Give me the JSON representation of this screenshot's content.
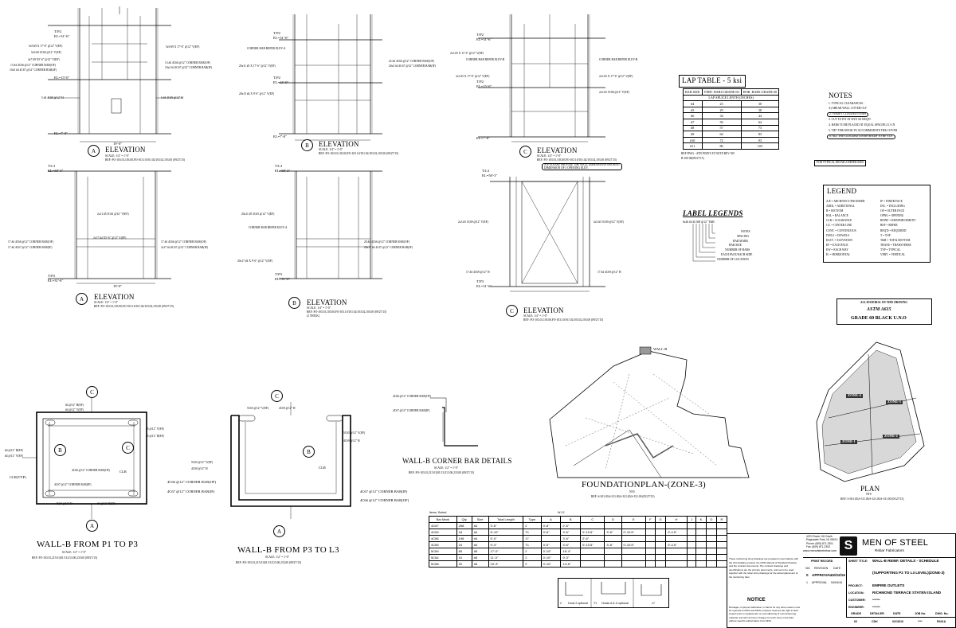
{
  "elev_a1": {
    "tp": "T/P2",
    "el": "EL=31'-6\"",
    "bars": [
      "5x9 #9 X 17'-6\" @12\" V(EF)",
      "5x9 #9 4C69 @12\" V(EF)",
      "4x7 #9 X5'-6\" @12\" V(EF)",
      "13 #4 4C66 @12\" CORNER BAR(OF)",
      "10x3 #4 4C67 @12\" CORNER BAR(IF)",
      "5 #4 4C69 @12\" H",
      "5 #4 4C69 @12\" H"
    ],
    "right_bars": [
      "5x9 #9 X 17'-6\" @12\" V(EF)",
      "13 #4 4C66 @12\" CORNER BAR(OF)",
      "10x3 #4 4C67 @12\" CORNER BAR(IF)"
    ],
    "el_mid": "EL=15'-0\"",
    "el_bot": "EL=7'-0\"",
    "dim": "19'-0\"",
    "marker": "A",
    "title": "ELEVATION",
    "scale": "SCALE: 1/4\" = 1'-0\"",
    "ref": "REF: FO-103.01,103.00,FO-103.10/101.02/103.02,103.00 (09/27/15)"
  },
  "elev_b1": {
    "tp": "T/P2",
    "el": "EL=31'-6\"",
    "corner_ref": "CORNER BAR REFER ELEV-A",
    "bars": [
      "20x11 #5 X 17'-6\" @12\" V(EF)",
      "20x15 #4 X 9'-6\" @12\" V(EF)"
    ],
    "right_bars": [
      "22 #4 4C66 @12\" CORNER BAR(OF)",
      "20x3 #4 4C67 @12\" CORNER BAR(IF)"
    ],
    "tp_mid": "T/P2",
    "el_mid": "EL=15'-0\"",
    "el_bot": "EL=7'-0\"",
    "marker": "B",
    "title": "ELEVATION",
    "scale": "SCALE: 1/4\" = 1'-0\"",
    "ref": "REF: FO-103.01,103.00,FO-103.10/101.02/103.02,103.00 (09/27/15)"
  },
  "elev_c1": {
    "tp": "T/P2",
    "el": "EL=31'-6\"",
    "bars": [
      "2x3 #5 X 11'-6\" @12\" V(EF)",
      "2x3 #5 X 17'-6\" @12\" V(EF)"
    ],
    "corner_ref_left": "CORNER BAR REFER ELEV-B",
    "corner_ref_right": "CORNER BAR REFER ELEV-B",
    "right_bars": [
      "2x3 #5 X 17'-6\" @12\" V(EF)",
      "2x3 #5 5C68 @12\" V(EF)"
    ],
    "tp_mid": "T/P2",
    "el_mid": "EL=15'-0\"",
    "el_bot": "EL=7'-0\"",
    "marker": "C",
    "title": "ELEVATION",
    "scale": "SCALE: 1/4\" = 1'-0\"",
    "ref": "REF: FO-103.01,103.00,FO-103.10/101.02/103.02,103.00 (09/27/15)"
  },
  "elev_a2": {
    "tp": "T/L3",
    "el": "EL=58'-3\"",
    "bars": [
      "2x11 #5 5C65 @12\" V(EF)",
      "2x17 #4 X5'-6\" @12\" V(EF)"
    ],
    "left_bars": [
      "17 #4 4C66 @12\" CORNER BAR(OF)",
      "17 #4 4C67 @12\" CORNER BAR(IF)"
    ],
    "right_bars": [
      "17 #4 4C66 @12\" CORNER BAR(OF)",
      "2x17 #4 4C67 @12\" CORNER BAR(IF)"
    ],
    "tp_bot": "T/P3",
    "el_bot": "EL=31'-6\"",
    "dim": "19'-0\"",
    "marker": "A",
    "title": "ELEVATION",
    "scale": "SCALE: 1/4\" = 1'-0\"",
    "ref": "REF: FO-103.01,103.00,FO-103.10/101.02/103.02,103.00 (09/27/15)"
  },
  "elev_b2": {
    "tp": "T/L3",
    "el": "EL=58'-3\"",
    "corner_ref": "CORNER BAR REFER ELEV-A",
    "bars": [
      "20x11 #5 5C65 @12\" V(EF)",
      "20x17 #4 X 9'-6\" @12\" V(EF)"
    ],
    "right_bars": [
      "20 #4 4C66 @12\" CORNER BAR(OF)",
      "20x17 #4 4C67 @12\" CORNER BAR(IF)"
    ],
    "tp_bot": "T/P3",
    "el_bot": "EL=31'-6\"",
    "marker": "B",
    "title": "ELEVATION",
    "scale": "SCALE: 1/4\" = 1'-0\"",
    "ref": "REF: FO-103.01,103.00,FO-103.10/101.02/103.02,103.00 (09/27/15)",
    "note": "(2 THICK)"
  },
  "elev_c2": {
    "tp": "T/L3",
    "el": "EL=58'-3\"",
    "cloud_note": "A/E PLEASE PROVIDE THE WALL DIMENSIONS OPENING DIMENSION OF 3 OPENING ELEV.",
    "bars": [
      "2x3 #5 5C69 @12\" V(EF)",
      "17 #4 4C69 @12\" H"
    ],
    "right_bars": [
      "2x3 #5 5C69 @12\" V(EF)",
      "17 #4 4C69 @12\" H"
    ],
    "tp_bot": "T/P3",
    "el_bot": "EL=31'-6\"",
    "marker": "C",
    "title": "ELEVATION",
    "scale": "SCALE: 1/4\" = 1'-0\"",
    "ref": "REF: FO-103.01,103.00,FO-103.10/101.02/103.02,103.00 (09/27/15)"
  },
  "lap_table": {
    "title": "LAP TABLE - 5 ksi",
    "headers": [
      "BAR SIZE",
      "VERT. BARS GRADE 60",
      "HOR. BARS GRADE 60"
    ],
    "subheader": "LAP SPLICE LENTH (INCHES)",
    "rows": [
      [
        "#4",
        "23",
        "30"
      ],
      [
        "#5",
        "29",
        "38"
      ],
      [
        "#6",
        "34",
        "44"
      ],
      [
        "#7",
        "50",
        "64"
      ],
      [
        "#8",
        "57",
        "73"
      ],
      [
        "#9",
        "64",
        "83"
      ],
      [
        "#10",
        "72",
        "93"
      ],
      [
        "#11",
        "80",
        "103"
      ]
    ],
    "ref": "REF DWG - ATN POINT AT NOTE REV ON",
    "ref2": "B-100.00(09/27/15)"
  },
  "notes": {
    "title": "NOTES",
    "items": [
      "1. TYPICAL CLEARANCES :",
      "   A) SHEAR WALL COVER=3/4\"",
      "2. VERIFY CLOUDED ITEMS",
      "3. CUT TO FIT AT SITE AS REQ'D",
      "4. BARS TO BE PLACED AT EQUAL SPACING U.O.N",
      "5. TIE7 THK HOOK TO ACCOMMODATE THK COVER",
      "6. ALL THE CLOUDED ITEMS NEEDS TO BE V.I.F."
    ],
    "typical": "FOR TYPICAL DETAILS REFER R035"
  },
  "legend": {
    "title": "LEGEND",
    "left": [
      "A/E = ARCHITECT/ENGINEER",
      "ADDL = ADDITIONAL",
      "B = BOTTOM",
      "BAL = BALANCE",
      "CLR = CLEARANCE",
      "C/L = CENTER LINE",
      "CONT. = CONTINUOUS",
      "DWLS = DOWELS",
      "ELEV. = ELEVATION",
      "EF = EACH FACE",
      "EW = EACH WAY",
      "H. = HORIZONTAL"
    ],
    "right": [
      "IF = INNER FACE",
      "INC. = INCLUDING",
      "OF = OUTER FACE",
      "OPNG = OPENING",
      "REINF = REINFORCEMENT",
      "REF = REFER",
      "REQ'D = REQUIRED",
      "T = TOP",
      "T&B = TOP & BOTTOM",
      "TRANS = TRANSVERSE",
      "TYP = TYPICAL",
      "VERT. = VERTICAL"
    ]
  },
  "label_legends": {
    "title": "LABEL LEGENDS",
    "example": "6x26 #4 4C300 @12\" T&B",
    "items": [
      "NOTES",
      "SPACING",
      "BAR MARK",
      "BAR SIZE",
      "NUMBER OF BARS",
      "EACH FACE/EACH SIDE",
      "NUMBER OF LOCATION"
    ]
  },
  "material": {
    "line1": "ALL MATERIAL ON THIS DRAWING",
    "line2": "ASTM A615",
    "line3": "GRADE 60 BLACK U.N.O"
  },
  "plan_p1": {
    "title": "WALL-B FROM P1 TO P3",
    "scale": "SCALE: 1/2\" = 1'-0\"",
    "ref": "REF: FO-103.01,215.01(01/13/213.00,233.00 (09/27/15)",
    "labels": [
      "4C66 @12\" CORNER BAR(OF)",
      "4C67 @12\" CORNER BAR(IF)",
      "#4 @12\" H(EF)",
      "#4 @12\" V(EF)",
      "#5 @12\" V(EF)",
      "#5 @12\" H(EF)",
      "CLR(TYP)",
      "CLR",
      "3\"",
      "4C69 @12\" H"
    ],
    "markers": [
      "C",
      "A",
      "B",
      "C"
    ]
  },
  "plan_p3": {
    "title": "WALL-B FROM P3 TO L3",
    "scale": "SCALE: 1/2\" = 1'-0\"",
    "ref": "REF: FO-103.01,215.01(01/13/213.00,233.00 (09/27/15)",
    "labels": [
      "4C67 @12\" CORNER BAR(IF)",
      "4C66 @12\" CORNER BAR(OF)",
      "5C65 @12\" V(EF)",
      "4C69 @12\" H",
      "5C65 @12\" V(EF)",
      "4C69 @12\" H",
      "CLR"
    ],
    "markers": [
      "C",
      "B",
      "A"
    ]
  },
  "corner_details": {
    "title": "WALL-B CORNER BAR DETAILS",
    "scale": "SCALE: 1/2\" = 1'-0\"",
    "ref": "REF: FO-103.01,215.01(01/13/213.00,233.00 (09/27/15)",
    "labels": [
      "4C66 @12\" CORNER BAR(OF)",
      "4C67 @12\" CORNER BAR(IF)"
    ]
  },
  "foundation": {
    "title": "FOUNDATIONPLAN-(ZONE-3)",
    "sub": "NTS",
    "ref": "REF: S-301.00,S-311.00,S-321.00,S-331.00 (05/27/15)",
    "wall_label": "WALL-B"
  },
  "plan_zones": {
    "title": "PLAN",
    "sub": "NTS",
    "ref": "REF: S-301.00,S-311.00,S-321.00,S-331.00 (05/27/15)",
    "zones": [
      "ZONE-4",
      "ZONE-3",
      "ZONE-2",
      "ZONE-1"
    ]
  },
  "schedule": {
    "heading": "Items: Sorted",
    "heading2": "W-12",
    "headers": [
      "Bar Mark",
      "Qty",
      "Size",
      "Total Length",
      "Type",
      "A",
      "B",
      "C",
      "D",
      "E",
      "F",
      "G",
      "H",
      "J",
      "K",
      "O",
      "R"
    ],
    "rows": [
      [
        "4C67",
        "258",
        "#4",
        "3'-6\"",
        "2",
        "0'-8\"",
        "2'-6\"",
        "",
        "",
        "",
        "",
        "",
        "",
        "",
        "",
        "",
        ""
      ],
      [
        "4C69",
        "18",
        "#4",
        "8'-10\"",
        "T1",
        "0'-6\"",
        "3'-6\"",
        "0'-10.5\"",
        "3'-6\"",
        "0'-10.5\"",
        "",
        "",
        "0'-4.5\"",
        "",
        "",
        "",
        ""
      ],
      [
        "4C66",
        "198",
        "#4",
        "5'-0\"",
        "17",
        "",
        "3'-6\"",
        "2'-6\"",
        "",
        "",
        "",
        "",
        "",
        "",
        "",
        "",
        ""
      ],
      [
        "4C65",
        "24",
        "#4",
        "9'-4\"",
        "T1",
        "0'-6\"",
        "3'-6\"",
        "0'-10.5\"",
        "3'-6\"",
        "0'-10.5\"",
        "",
        "",
        "0'-4.5\"",
        "",
        "",
        "",
        ""
      ],
      [
        "5C69",
        "80",
        "#5",
        "17'-0\"",
        "2",
        "0'-10\"",
        "16'-4\"",
        "",
        "",
        "",
        "",
        "",
        "",
        "",
        "",
        "",
        ""
      ],
      [
        "5C64",
        "10",
        "#5",
        "11'-0\"",
        "2",
        "0'-10\"",
        "9'-3\"",
        "",
        "",
        "",
        "",
        "",
        "",
        "",
        "",
        "",
        ""
      ],
      [
        "5C68",
        "20",
        "#5",
        "15'-3\"",
        "2",
        "0'-10\"",
        "14'-6\"",
        "",
        "",
        "",
        "",
        "",
        "",
        "",
        "",
        "",
        ""
      ]
    ],
    "shapes": [
      "2",
      "Hook 2 optional",
      "T1",
      "Hooks A & G optional",
      "17"
    ]
  },
  "title_block": {
    "address": [
      "4370 Route 130 South",
      "Edgewater Park, NJ 08010",
      "Phone: (609) 871-2301",
      "Fax: (609) 871-2303"
    ],
    "web": "www.menofsteelrebar.com",
    "company": "MEN OF STEEL",
    "company_sub": "Rebar Fabricators",
    "print_record": "PRINT RECORD",
    "rev_headers": [
      "NO.",
      "REVISION",
      "DATE"
    ],
    "rev": [
      "0",
      "APPROVAL",
      "02/22/16"
    ],
    "rev2": [
      "1",
      "APPROVAL",
      "04/04/16"
    ],
    "sheet_title_label": "SHEET TITLE:",
    "sheet_title": "WALL-B REINF. DETAILS - SCHEDULE",
    "sheet_title2": "(SUPPORTING P2 TO L3 LEVEL)(ZONE-3)",
    "project_label": "PROJECT:",
    "project": "EMPIRE OUTLETS",
    "location_label": "LOCATION:",
    "location": "RICHMOND TERRACE STATEN ISLAND",
    "customer_label": "CUSTOMER:",
    "customer": "*******",
    "engineer_label": "ENGINEER:",
    "engineer": "*******",
    "bottom_headers": [
      "GRADE",
      "DETAILER",
      "DATE",
      "JOB No.",
      "DWG. No."
    ],
    "bottom_values": [
      "60",
      "CDK",
      "02/15/16",
      "****",
      "R041A"
    ],
    "disclaimer": "These reinforcing shop drawings are prepared in accordance with the ACI detailing manual, the CRSI Manual of Standard Practice and the contract documents. The contract drawings and specifications are the primary documents, and are to be used together with the rebar shop drawings for the actual placement of the reinforcing bars.",
    "notice_title": "NOTICE",
    "notice": "Damages, Improper fabrication or claims for any other reason must be reported to MOS and MOS company reserves the right to field inspect prior to replacement or reconditioning of nonconforming material, and will not honor charges for work done in the field without specific authorization from MOS."
  }
}
